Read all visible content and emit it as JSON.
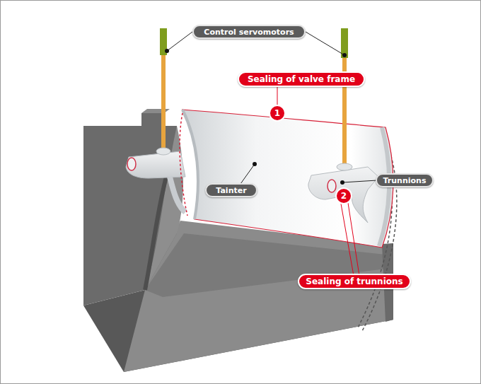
{
  "diagram": {
    "nodes": [
      {
        "text": [
          "Control servomotors"
        ]
      },
      {
        "text": [
          "Sealing of valve frame"
        ]
      },
      {
        "text": [
          "Tainter"
        ]
      },
      {
        "text": [
          "Trunnions"
        ]
      },
      {
        "text": [
          "Sealing of trunnions"
        ]
      }
    ],
    "labels": [
      "1",
      "2"
    ]
  }
}
